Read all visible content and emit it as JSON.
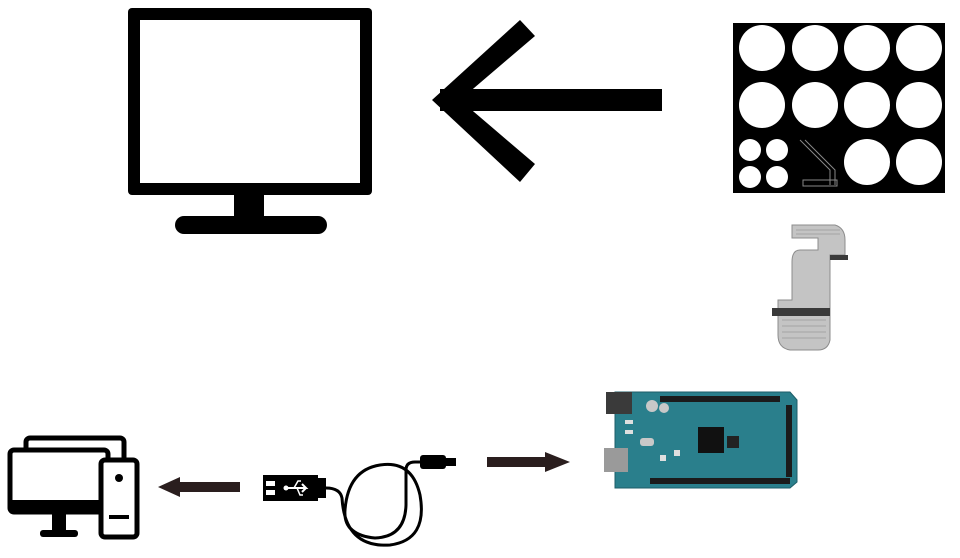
{
  "diagram": {
    "nodes": [
      {
        "id": "monitor",
        "icon": "monitor-icon"
      },
      {
        "id": "sensor-board",
        "icon": "circular-sensor-pad-board-icon"
      },
      {
        "id": "ribbon-cable",
        "icon": "ribbon-cable-icon"
      },
      {
        "id": "microcontroller",
        "icon": "arduino-mega-board-icon"
      },
      {
        "id": "usb-cable",
        "icon": "usb-cable-icon"
      },
      {
        "id": "computer",
        "icon": "desktop-computer-icon"
      }
    ],
    "edges": [
      {
        "from": "sensor-board",
        "to": "monitor",
        "icon": "arrow-left-icon"
      },
      {
        "from": "usb-cable",
        "to": "microcontroller",
        "icon": "arrow-right-icon"
      },
      {
        "from": "usb-cable",
        "to": "computer",
        "icon": "arrow-left-icon"
      }
    ]
  },
  "colors": {
    "line": "#000000",
    "board_fill": "#000000",
    "pad_fill": "#ffffff",
    "cable_gray": "#b9b9b9",
    "pcb_teal": "#2a7f8c",
    "arrow_dark": "#2a1e1e"
  }
}
